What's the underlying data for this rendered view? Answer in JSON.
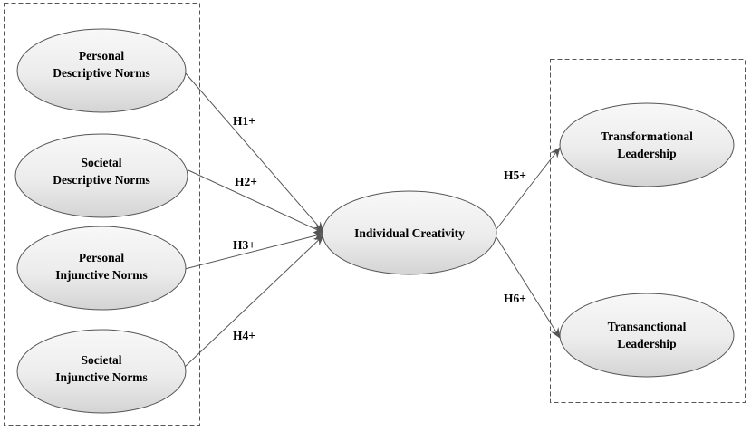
{
  "nodes": {
    "personal_descriptive": {
      "line1": "Personal",
      "line2": "Descriptive Norms"
    },
    "societal_descriptive": {
      "line1": "Societal",
      "line2": "Descriptive Norms"
    },
    "personal_injunctive": {
      "line1": "Personal",
      "line2": "Injunctive Norms"
    },
    "societal_injunctive": {
      "line1": "Societal",
      "line2": "Injunctive Norms"
    },
    "individual_creativity": {
      "label": "Individual Creativity"
    },
    "transformational": {
      "line1": "Transformational",
      "line2": "Leadership"
    },
    "transactional": {
      "line1": "Transanctional",
      "line2": "Leadership"
    }
  },
  "edges": {
    "h1": "H1+",
    "h2": "H2+",
    "h3": "H3+",
    "h4": "H4+",
    "h5": "H5+",
    "h6": "H6+"
  },
  "colors": {
    "ellipse_fill_light": "#f7f7f7",
    "ellipse_fill_dark": "#d6d6d6",
    "stroke": "#555555"
  }
}
